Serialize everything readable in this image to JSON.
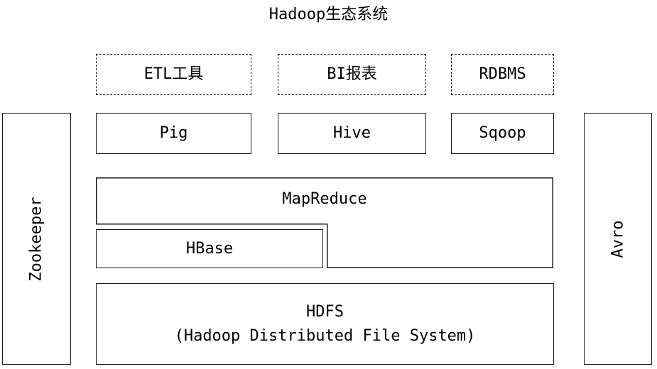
{
  "title": "Hadoop生态系统",
  "top_row": {
    "etl": "ETL工具",
    "bi": "BI报表",
    "rdbms": "RDBMS"
  },
  "second_row": {
    "pig": "Pig",
    "hive": "Hive",
    "sqoop": "Sqoop"
  },
  "mapreduce": "MapReduce",
  "hbase": "HBase",
  "hdfs": {
    "name": "HDFS",
    "full_name": "(Hadoop Distributed File System)"
  },
  "side": {
    "left": "Zookeeper",
    "right": "Avro"
  }
}
